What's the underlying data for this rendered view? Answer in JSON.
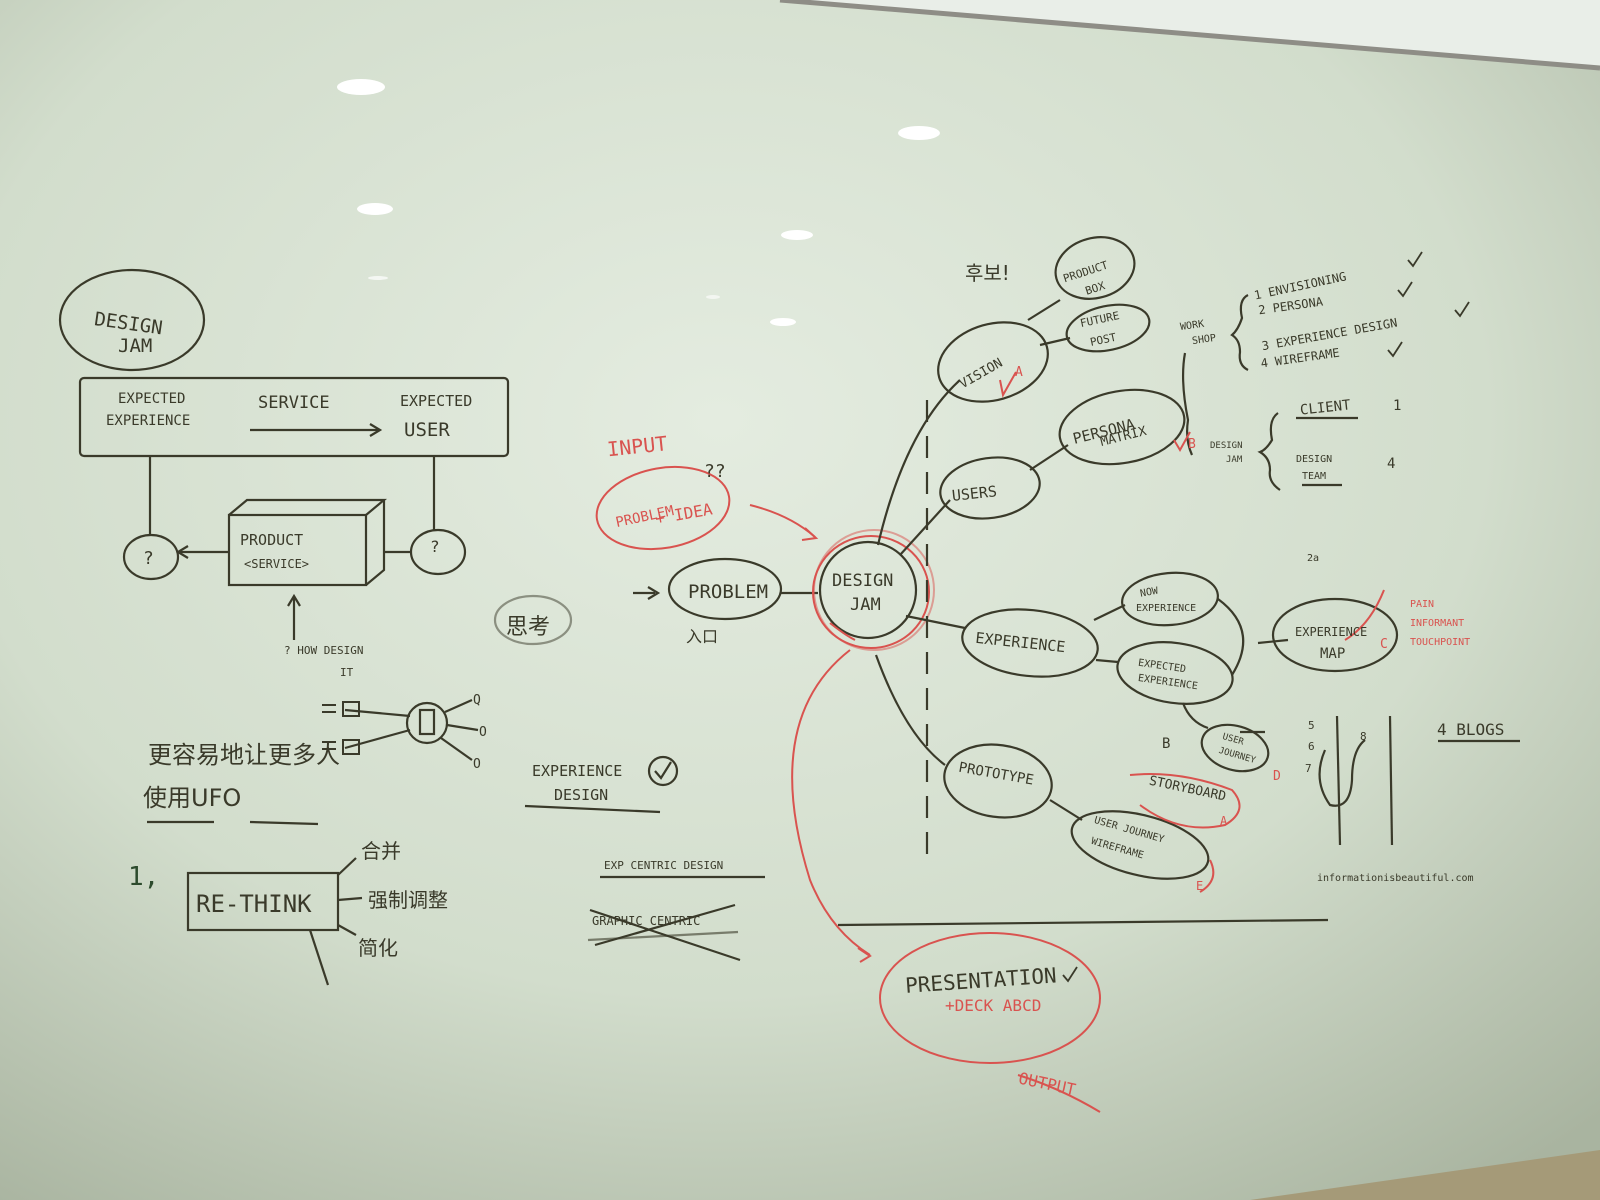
{
  "colors": {
    "board_light": "#dde7da",
    "board_mid": "#c9d6c3",
    "board_dark": "#98a58f",
    "marker_dark": "#3a3a2a",
    "marker_red": "#d9534f",
    "frame": "#9b9a90"
  },
  "left": {
    "title": [
      "DESIGN",
      "JAM"
    ],
    "box_left": [
      "EXPECTED",
      "EXPERIENCE"
    ],
    "box_mid": "SERVICE",
    "box_right": [
      "EXPECTED",
      "USER"
    ],
    "q_left": "?",
    "q_right": "?",
    "product": [
      "PRODUCT",
      "<SERVICE>"
    ],
    "how_design": [
      "? HOW DESIGN",
      "IT"
    ],
    "node_right": [
      "Q",
      "O",
      "O"
    ],
    "cn_line1": "更容易地让更多人",
    "cn_line2": "使用UFO",
    "step_number": "1,",
    "rethink": "RE-THINK",
    "branch_1": "合并",
    "branch_2": "强制调整",
    "branch_3": "简化"
  },
  "middle": {
    "top_glyph": "思考",
    "exp_design": [
      "EXPERIENCE",
      "DESIGN"
    ],
    "exp_centric": "EXP CENTRIC DESIGN",
    "crossed": "GRAPHIC CENTRIC",
    "input": "INPUT",
    "problem_idea": [
      "PROBLEM",
      "+ IDEA"
    ],
    "qq": "??",
    "problem": "PROBLEM",
    "problem_cn": "入口",
    "center": [
      "DESIGN",
      "JAM"
    ],
    "presentation": "PRESENTATION",
    "deck": "+DECK ABCD",
    "output": "OUTPUT"
  },
  "right": {
    "jp_note": "후보!",
    "product_box": [
      "PRODUCT",
      "BOX"
    ],
    "future_post": [
      "FUTURE",
      "POST"
    ],
    "vision": "VISION",
    "vision_tag": "A",
    "persona_matrix": [
      "PERSONA",
      "MATRIX"
    ],
    "persona_tag": "B",
    "users": "USERS",
    "experience": "EXPERIENCE",
    "now_exp": [
      "NOW",
      "EXPERIENCE"
    ],
    "expected_exp": [
      "EXPECTED",
      "EXPERIENCE"
    ],
    "exp_map": [
      "EXPERIENCE",
      "MAP"
    ],
    "exp_map_tag": "C",
    "red_list": [
      "PAIN",
      "INFORMANT",
      "TOUCHPOINT"
    ],
    "user_journey": [
      "USER",
      "JOURNEY"
    ],
    "journey_tag": "D",
    "prototype": "PROTOTYPE",
    "storyboard": "STORYBOARD",
    "wireframe": [
      "USER JOURNEY",
      "WIREFRAME"
    ],
    "storyboard_tag": "A",
    "wireframe_tag": "E",
    "b_mark": "B",
    "workshop": [
      "WORK",
      "SHOP"
    ],
    "list": [
      "1 ENVISIONING",
      "2 PERSONA",
      "3 EXPERIENCE DESIGN",
      "4 WIREFRAME"
    ],
    "design_jam": [
      "DESIGN",
      "JAM"
    ],
    "client": "CLIENT",
    "client_n": "1",
    "design_team": [
      "DESIGN",
      "TEAM"
    ],
    "team_n": "4",
    "blogs": "4 BLOGS",
    "small_mark": "2a",
    "sketch_nums": [
      "5",
      "6",
      "7",
      "8"
    ],
    "url": "informationisbeautiful.com"
  }
}
